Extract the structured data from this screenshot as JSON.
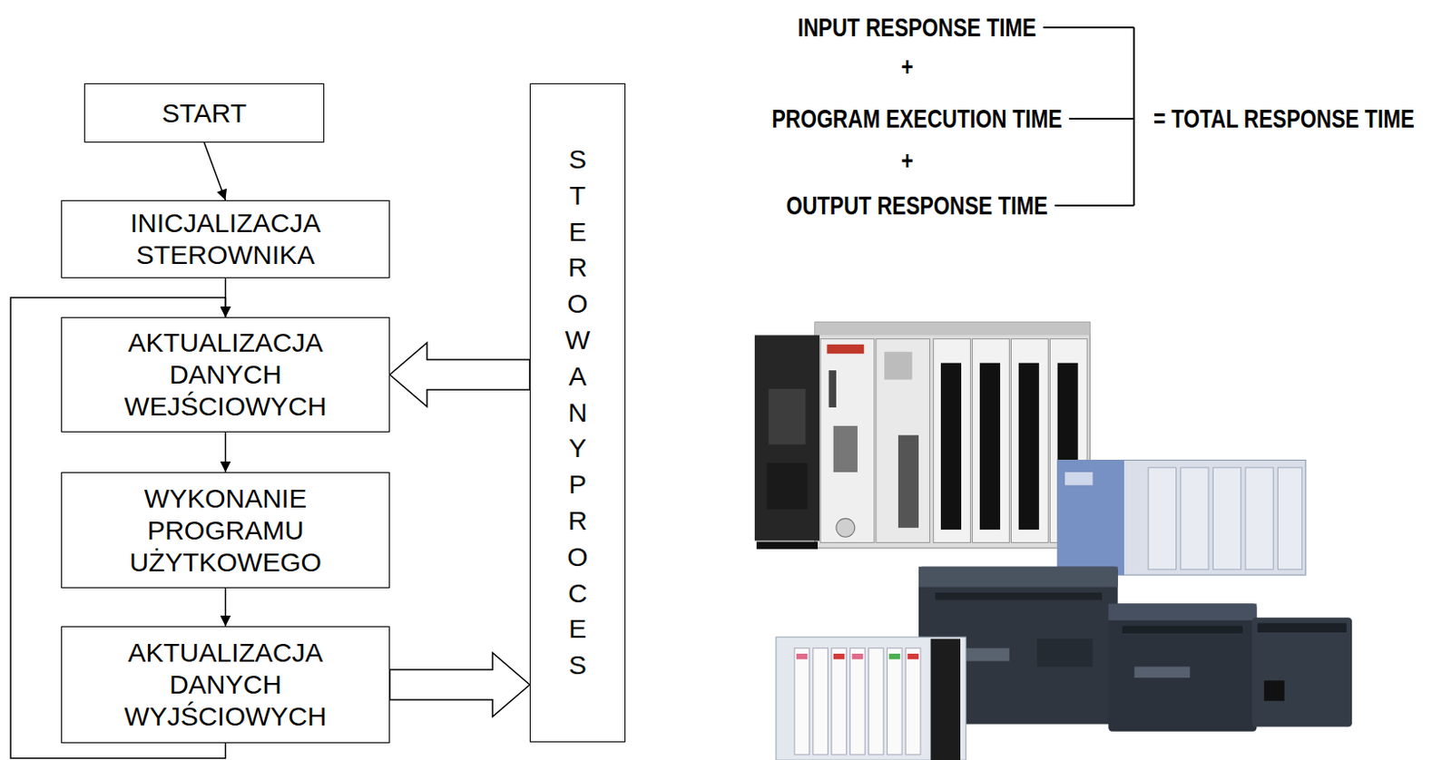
{
  "diagram": {
    "nodes": [
      {
        "text": [
          "START"
        ]
      },
      {
        "text": [
          "INICJALIZACJA STEROWNIKA"
        ]
      },
      {
        "text": [
          "AKTUALIZACJA DANYCH WEJŚCIOWYCH"
        ]
      },
      {
        "text": [
          "WYKONANIE PROGRAMU UŻYTKOWEGO"
        ]
      },
      {
        "text": [
          "AKTUALIZACJA DANYCH WYJŚCIOWYCH"
        ]
      },
      {
        "text": [
          "STEROWANY PROCES"
        ]
      }
    ],
    "edges": [
      {
        "from": 0,
        "to": 1,
        "arrow": "to"
      },
      {
        "from": 1,
        "to": 2,
        "arrow": "to"
      },
      {
        "from": 2,
        "to": 3,
        "arrow": "to"
      },
      {
        "from": 3,
        "to": 4,
        "arrow": "to"
      },
      {
        "from": 4,
        "to": 2,
        "arrow": "to"
      },
      {
        "from": 5,
        "to": 2,
        "arrow": "to"
      },
      {
        "from": 4,
        "to": 5,
        "arrow": "to"
      }
    ],
    "labels": [
      "INPUT RESPONSE TIME",
      "+",
      "PROGRAM EXECUTION TIME",
      "+",
      "OUTPUT RESPONSE TIME",
      "= TOTAL RESPONSE TIME"
    ]
  }
}
